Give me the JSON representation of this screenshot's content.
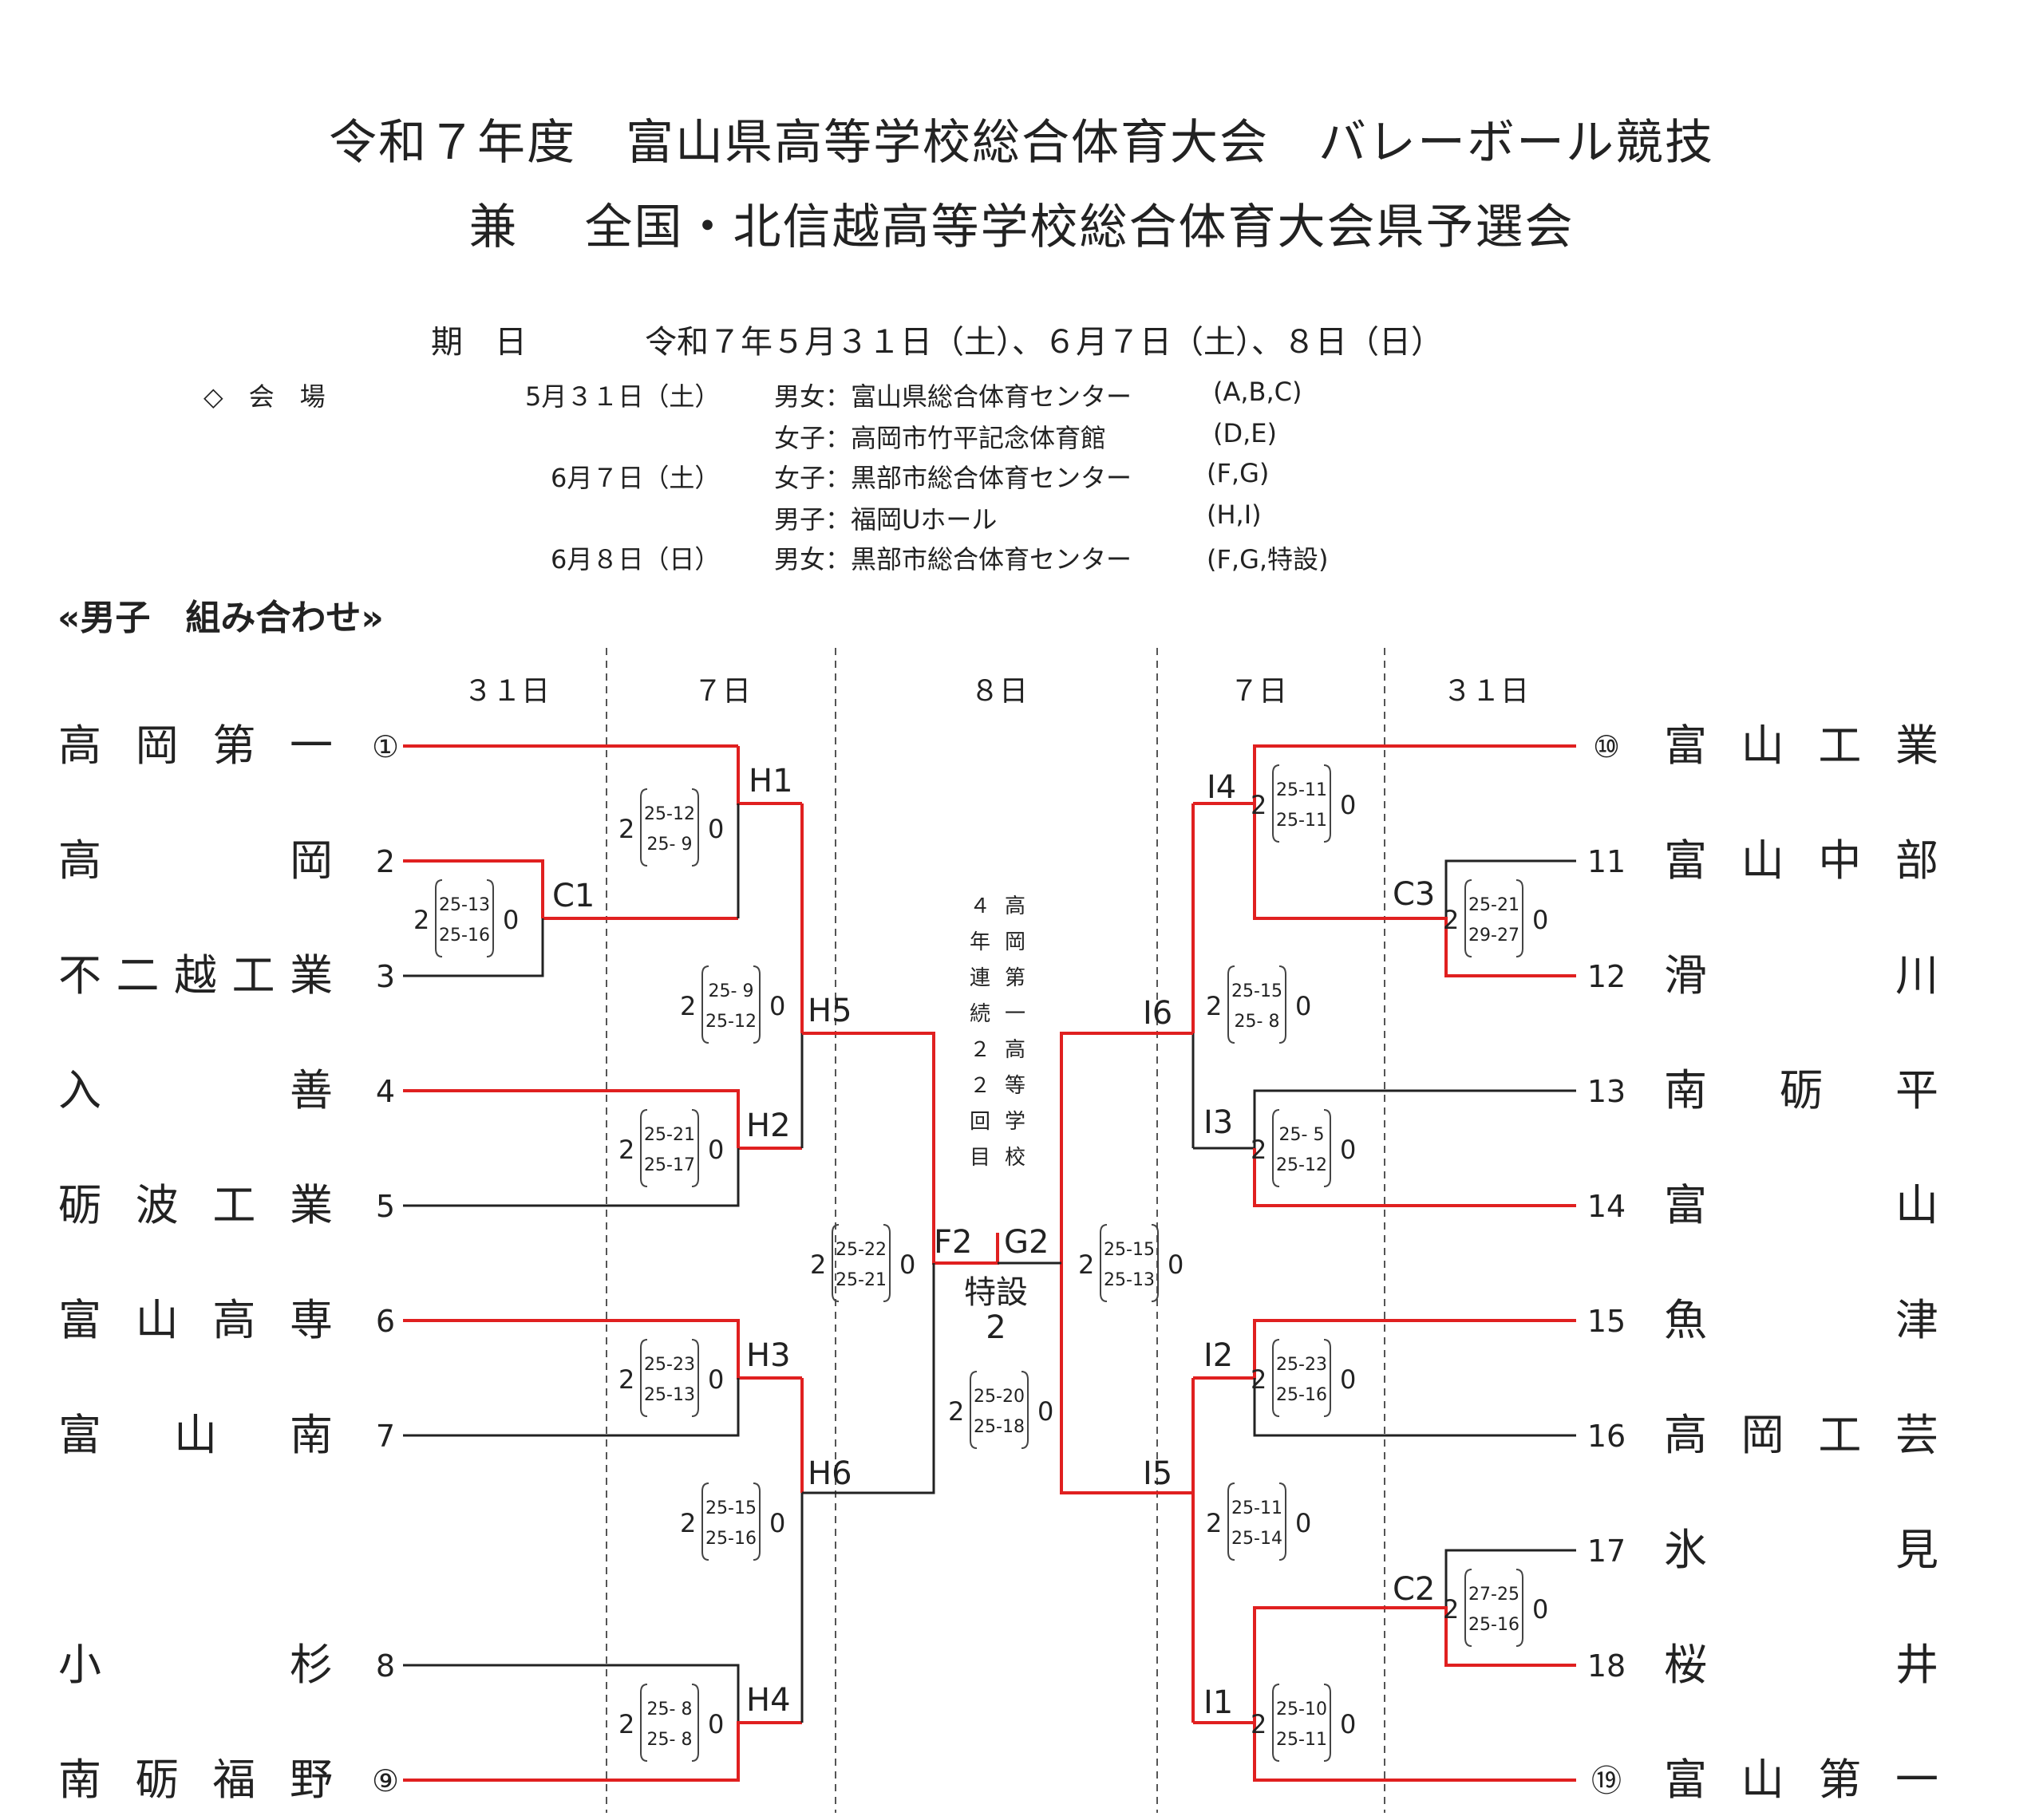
{
  "title": {
    "line1": "令和７年度　富山県高等学校総合体育大会　バレーボール競技",
    "line2": "兼　 全国・北信越高等学校総合体育大会県予選会"
  },
  "dates": {
    "label": "期　日",
    "value": "令和７年５月３１日（土）、６月７日（土）、８日（日）"
  },
  "venue": {
    "label": "◇　会　場",
    "rows": [
      {
        "date": "5月３１日（土）",
        "desc": "男女：富山県総合体育センター",
        "code": "(A,B,C)"
      },
      {
        "date": "",
        "desc": "女子：高岡市竹平記念体育館",
        "code": "(D,E)"
      },
      {
        "date": "6月７日（土）",
        "desc": "女子：黒部市総合体育センター",
        "code": "(F,G)"
      },
      {
        "date": "",
        "desc": "男子：福岡Uホール",
        "code": "(H,I)"
      },
      {
        "date": "6月８日（日）",
        "desc": "男女：黒部市総合体育センター",
        "code": "(F,G,特設)"
      }
    ]
  },
  "section_title": "«男子　組み合わせ»",
  "columns": [
    "３１日",
    "７日",
    "８日",
    "７日",
    "３１日"
  ],
  "teams_left": [
    {
      "name": "高岡第一",
      "seed": "①"
    },
    {
      "name": "高岡",
      "seed": "2"
    },
    {
      "name": "不二越工業",
      "seed": "3"
    },
    {
      "name": "入善",
      "seed": "4"
    },
    {
      "name": "砺波工業",
      "seed": "5"
    },
    {
      "name": "富山高専",
      "seed": "6"
    },
    {
      "name": "富山南",
      "seed": "7"
    },
    {
      "name": "小杉",
      "seed": "8"
    },
    {
      "name": "南砺福野",
      "seed": "⑨"
    }
  ],
  "teams_right": [
    {
      "name": "富山工業",
      "seed": "⑩"
    },
    {
      "name": "富山中部",
      "seed": "11"
    },
    {
      "name": "滑川",
      "seed": "12"
    },
    {
      "name": "南砺平",
      "seed": "13"
    },
    {
      "name": "富山",
      "seed": "14"
    },
    {
      "name": "魚津",
      "seed": "15"
    },
    {
      "name": "高岡工芸",
      "seed": "16"
    },
    {
      "name": "氷見",
      "seed": "17"
    },
    {
      "name": "桜井",
      "seed": "18"
    },
    {
      "name": "富山第一",
      "seed": "⑲"
    }
  ],
  "matches": [
    {
      "label": "C1",
      "win": "2",
      "lose": "0",
      "s1": "25-13",
      "s2": "25-16"
    },
    {
      "label": "H1",
      "win": "2",
      "lose": "0",
      "s1": "25-12",
      "s2": "25- 9"
    },
    {
      "label": "H2",
      "win": "2",
      "lose": "0",
      "s1": "25-21",
      "s2": "25-17"
    },
    {
      "label": "H3",
      "win": "2",
      "lose": "0",
      "s1": "25-23",
      "s2": "25-13"
    },
    {
      "label": "H4",
      "win": "2",
      "lose": "0",
      "s1": "25- 8",
      "s2": "25- 8"
    },
    {
      "label": "H5",
      "win": "2",
      "lose": "0",
      "s1": "25- 9",
      "s2": "25-12"
    },
    {
      "label": "H6",
      "win": "2",
      "lose": "0",
      "s1": "25-15",
      "s2": "25-16"
    },
    {
      "label": "F2",
      "win": "2",
      "lose": "0",
      "s1": "25-22",
      "s2": "25-21"
    },
    {
      "label": "C3",
      "win": "2",
      "lose": "0",
      "s1": "25-21",
      "s2": "29-27"
    },
    {
      "label": "C2",
      "win": "2",
      "lose": "0",
      "s1": "27-25",
      "s2": "25-16"
    },
    {
      "label": "I4",
      "win": "2",
      "lose": "0",
      "s1": "25-11",
      "s2": "25-11"
    },
    {
      "label": "I3",
      "win": "2",
      "lose": "0",
      "s1": "25- 5",
      "s2": "25-12"
    },
    {
      "label": "I2",
      "win": "2",
      "lose": "0",
      "s1": "25-23",
      "s2": "25-16"
    },
    {
      "label": "I1",
      "win": "2",
      "lose": "0",
      "s1": "25-10",
      "s2": "25-11"
    },
    {
      "label": "I6",
      "win": "2",
      "lose": "0",
      "s1": "25-15",
      "s2": "25- 8"
    },
    {
      "label": "I5",
      "win": "2",
      "lose": "0",
      "s1": "25-11",
      "s2": "25-14"
    },
    {
      "label": "G2",
      "win": "2",
      "lose": "0",
      "s1": "25-15",
      "s2": "25-13"
    },
    {
      "label": "",
      "win": "2",
      "lose": "0",
      "s1": "25-20",
      "s2": "25-18"
    }
  ],
  "final": {
    "court": "特設",
    "court_no": "2",
    "winner_note_left": "４年連続２２回目",
    "winner_note_right": "高岡第一高等学校"
  },
  "colors": {
    "win_line": "#e02020",
    "line": "#222222",
    "divider": "#555555"
  }
}
